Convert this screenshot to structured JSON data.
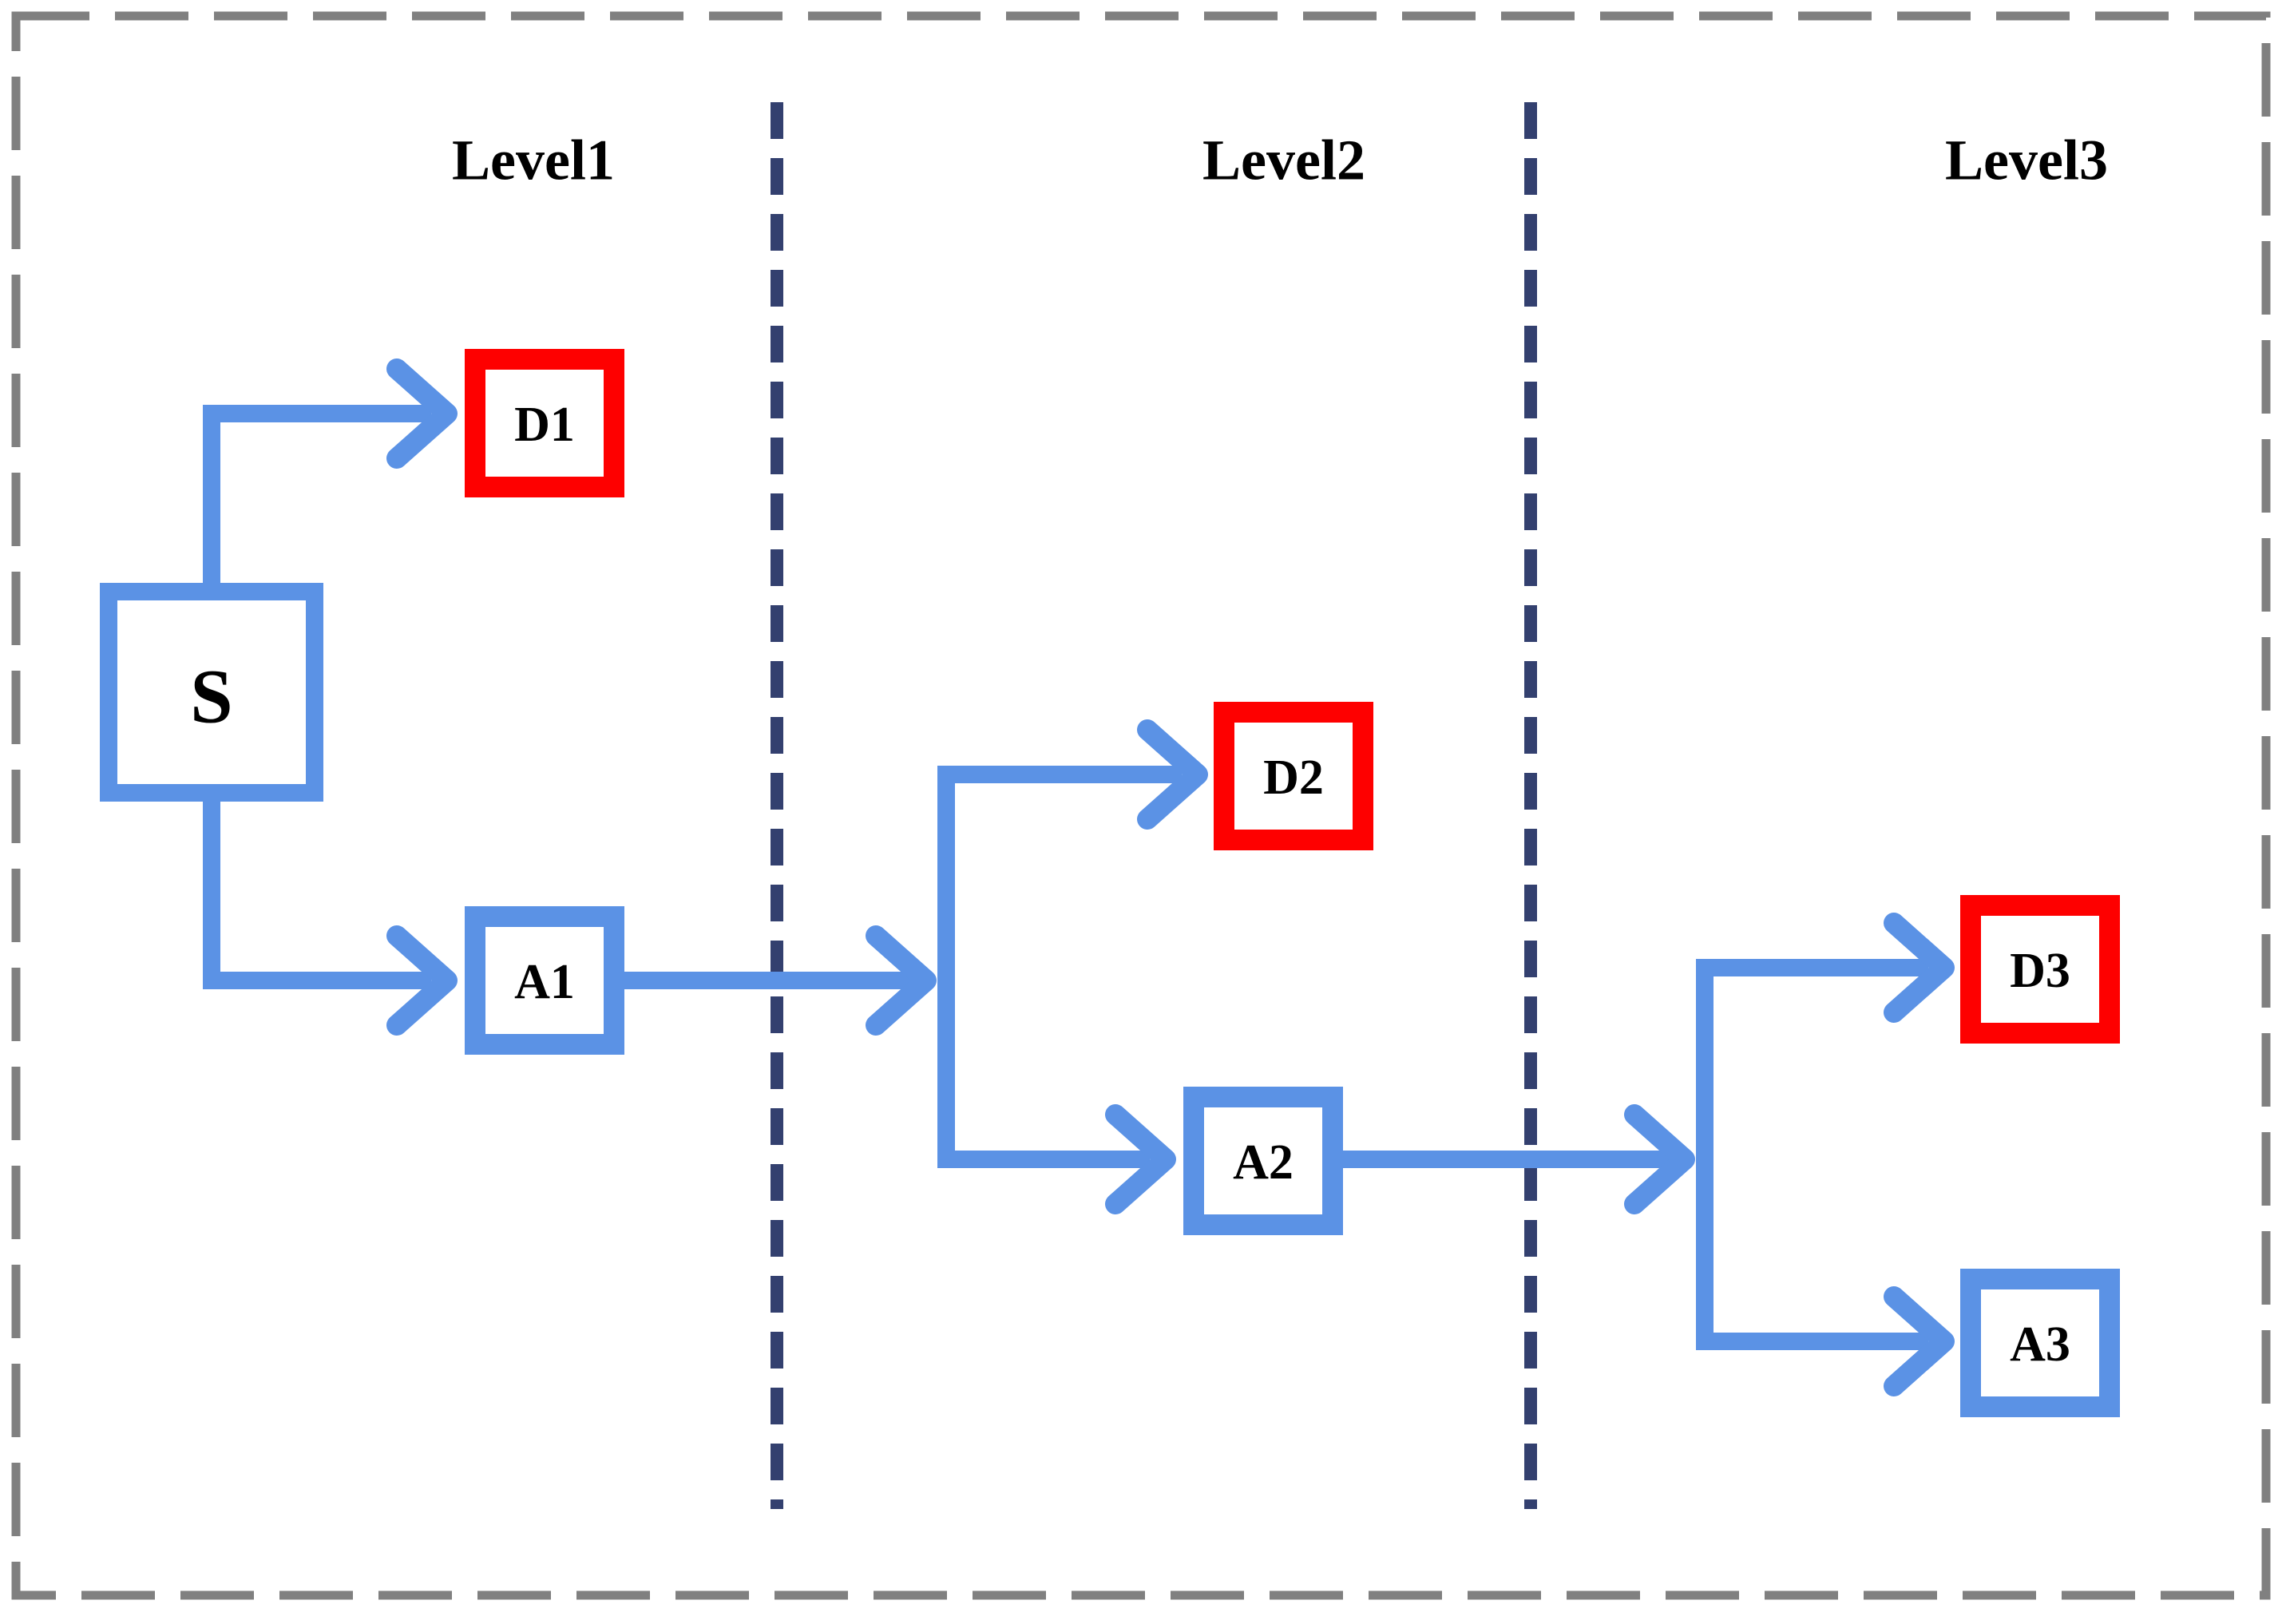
{
  "diagram": {
    "title": "Hierarchical multi-level decision flow",
    "frame": {
      "style": "dashed",
      "color": "#808080"
    },
    "colors": {
      "edge_blue": "#5b92e5",
      "node_blue": "#5b92e5",
      "node_red": "#fe0000",
      "divider_navy": "#33406f",
      "frame_gray": "#808080",
      "node_fill": "#ffffff",
      "text": "#000000"
    },
    "level_labels": [
      {
        "id": "level1",
        "text": "Level1"
      },
      {
        "id": "level2",
        "text": "Level2"
      },
      {
        "id": "level3",
        "text": "Level3"
      }
    ],
    "dividers": [
      {
        "id": "divider-1",
        "between": "Level1 / Level2",
        "style": "dashed",
        "color": "#33406f"
      },
      {
        "id": "divider-2",
        "between": "Level2 / Level3",
        "style": "dashed",
        "color": "#33406f"
      }
    ],
    "nodes": [
      {
        "id": "S",
        "label": "S",
        "type": "source",
        "border": "#5b92e5",
        "level": "Level1"
      },
      {
        "id": "D1",
        "label": "D1",
        "type": "decision",
        "border": "#fe0000",
        "level": "Level1"
      },
      {
        "id": "A1",
        "label": "A1",
        "type": "action",
        "border": "#5b92e5",
        "level": "Level1"
      },
      {
        "id": "D2",
        "label": "D2",
        "type": "decision",
        "border": "#fe0000",
        "level": "Level2"
      },
      {
        "id": "A2",
        "label": "A2",
        "type": "action",
        "border": "#5b92e5",
        "level": "Level2"
      },
      {
        "id": "D3",
        "label": "D3",
        "type": "decision",
        "border": "#fe0000",
        "level": "Level3"
      },
      {
        "id": "A3",
        "label": "A3",
        "type": "action",
        "border": "#5b92e5",
        "level": "Level3"
      }
    ],
    "edges": [
      {
        "id": "edge-s-d1",
        "from": "S",
        "to": "D1",
        "arrow": true
      },
      {
        "id": "edge-s-a1",
        "from": "S",
        "to": "A1",
        "arrow": true
      },
      {
        "id": "edge-a1-split",
        "from": "A1",
        "to": "split-2",
        "arrow": true
      },
      {
        "id": "edge-split2-d2",
        "from": "split-2",
        "to": "D2",
        "arrow": true
      },
      {
        "id": "edge-split2-a2",
        "from": "split-2",
        "to": "A2",
        "arrow": true
      },
      {
        "id": "edge-a2-split3",
        "from": "A2",
        "to": "split-3",
        "arrow": true
      },
      {
        "id": "edge-split3-d3",
        "from": "split-3",
        "to": "D3",
        "arrow": true
      },
      {
        "id": "edge-split3-a3",
        "from": "split-3",
        "to": "A3",
        "arrow": true
      }
    ]
  }
}
